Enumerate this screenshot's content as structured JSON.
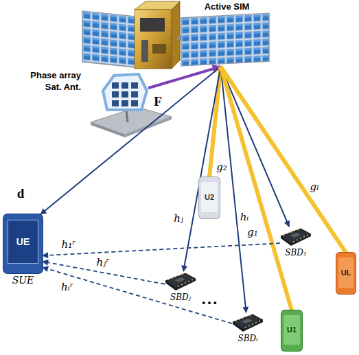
{
  "diagram": {
    "nodes": [
      {
        "text": [
          "Active SIM"
        ]
      },
      {
        "text": [
          "Phase array Sat. Ant."
        ]
      },
      {
        "text": [
          "U2"
        ]
      },
      {
        "text": [
          "SBD₁"
        ]
      },
      {
        "text": [
          "SBDⱼ"
        ]
      },
      {
        "text": [
          "SBDᵢ"
        ]
      },
      {
        "text": [
          "UE",
          "SUE"
        ]
      },
      {
        "text": [
          "UL"
        ]
      },
      {
        "text": [
          "U1"
        ]
      }
    ],
    "edges": [
      {
        "from": 1,
        "to": 0,
        "arrow": "to",
        "label": "F"
      },
      {
        "from": 0,
        "to": 6,
        "arrow": "to",
        "label": "d"
      },
      {
        "from": 0,
        "to": 2,
        "arrow": "none",
        "label": "g₂"
      },
      {
        "from": 0,
        "to": 4,
        "arrow": "to",
        "label": "hⱼ"
      },
      {
        "from": 0,
        "to": 5,
        "arrow": "to",
        "label": "hᵢ"
      },
      {
        "from": 0,
        "to": 3,
        "arrow": "to"
      },
      {
        "from": 0,
        "to": 8,
        "arrow": "none",
        "label": "g₁"
      },
      {
        "from": 0,
        "to": 7,
        "arrow": "none",
        "label": "gₗ"
      },
      {
        "from": 3,
        "to": 6,
        "arrow": "to",
        "label": "h₁ʳ"
      },
      {
        "from": 4,
        "to": 6,
        "arrow": "to",
        "label": "hⱼʳ"
      },
      {
        "from": 5,
        "to": 6,
        "arrow": "to",
        "label": "hᵢʳ"
      }
    ],
    "labels": [
      "• • •"
    ]
  }
}
